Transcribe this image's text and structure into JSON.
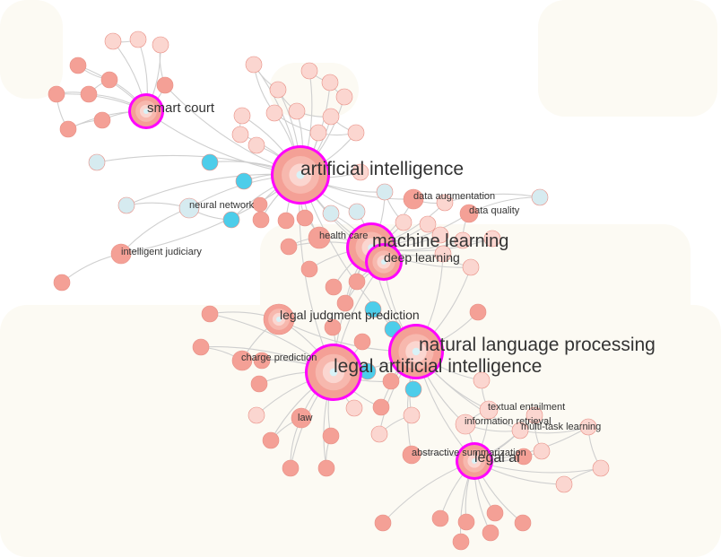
{
  "colors": {
    "background": "#ffffff",
    "watermark": "#fcfaf3",
    "edge": "#cfcfcf",
    "burst_ring": "#ff00ff",
    "label_text": "#333333",
    "cluster_red": "#f4a096",
    "cluster_pink": "#fbd6d0",
    "cluster_blue": "#4dcdea",
    "cluster_light_blue": "#d6ebf0"
  },
  "labels": {
    "smart_court": "smart court",
    "artificial_intelligence": "artificial intelligence",
    "neural_network": "neural network",
    "intelligent_judiciary": "intelligent judiciary",
    "data_augmentation": "data augmentation",
    "data_quality": "data quality",
    "health_care": "health care",
    "machine_learning": "machine learning",
    "deep_learning": "deep learning",
    "legal_judgment_prediction": "legal judgment prediction",
    "natural_language_processing": "natural language processing",
    "charge_prediction": "charge prediction",
    "legal_artificial_intelligence": "legal artificial intelligence",
    "law": "law",
    "textual_entailment": "textual entailment",
    "information_retrieval": "information retrieval",
    "multi_task_learning": "multi-task learning",
    "abstractive_summarization": "abstractive summarization",
    "legal_ai": "legal ai"
  }
}
